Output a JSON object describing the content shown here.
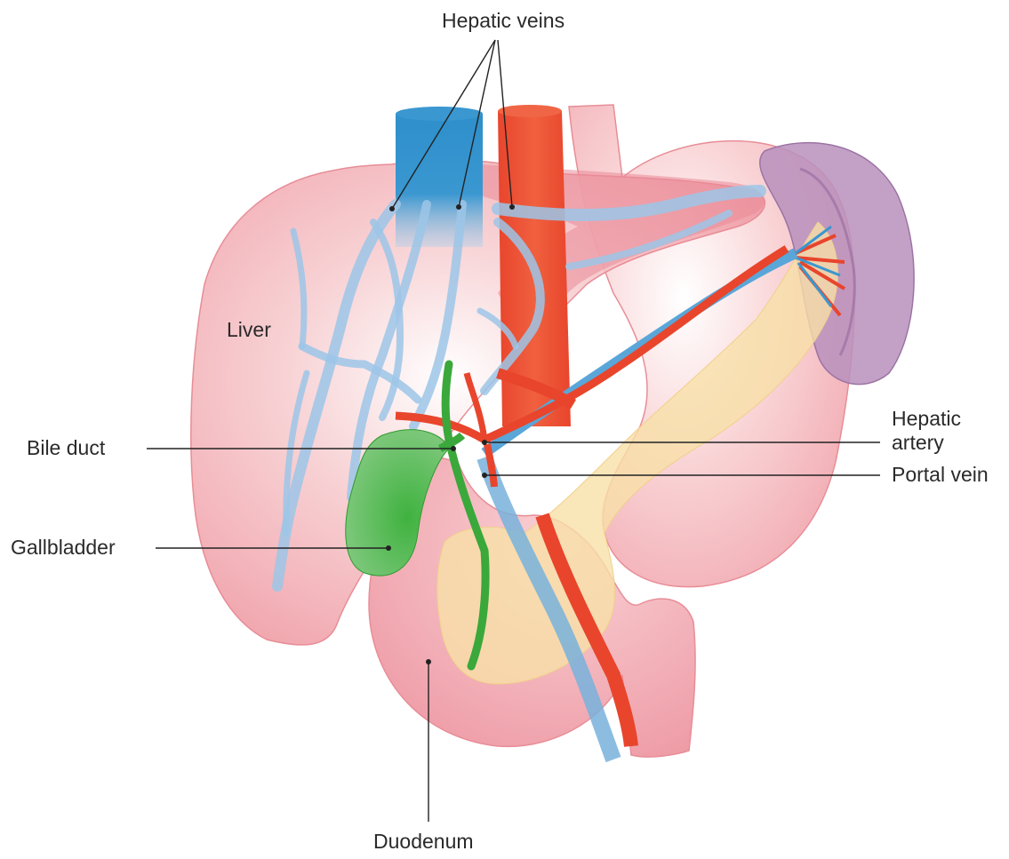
{
  "labels": {
    "hepatic_veins": "Hepatic veins",
    "liver": "Liver",
    "bile_duct": "Bile duct",
    "gallbladder": "Gallbladder",
    "hepatic_artery_line1": "Hepatic",
    "hepatic_artery_line2": "artery",
    "portal_vein": "Portal vein",
    "duodenum": "Duodenum"
  },
  "colors": {
    "liver": "#f0a3ab",
    "vein_blue": "#8dbde3",
    "ivc_blue": "#2e8fcb",
    "aorta_red": "#e8452c",
    "artery_red": "#e8452c",
    "gallbladder_green": "#3aa83a",
    "pancreas_yellow": "#f7e0a8",
    "spleen_purple": "#b48ab8",
    "duodenum_pink": "#ef9ca6",
    "stomach_pink": "#f5b8bd",
    "leader_line": "#222222"
  },
  "structures": [
    "liver",
    "hepatic-veins",
    "inferior-vena-cava",
    "aorta",
    "stomach",
    "spleen",
    "pancreas",
    "duodenum",
    "gallbladder",
    "bile-duct",
    "portal-vein",
    "hepatic-artery",
    "splenic-artery",
    "splenic-vein"
  ]
}
